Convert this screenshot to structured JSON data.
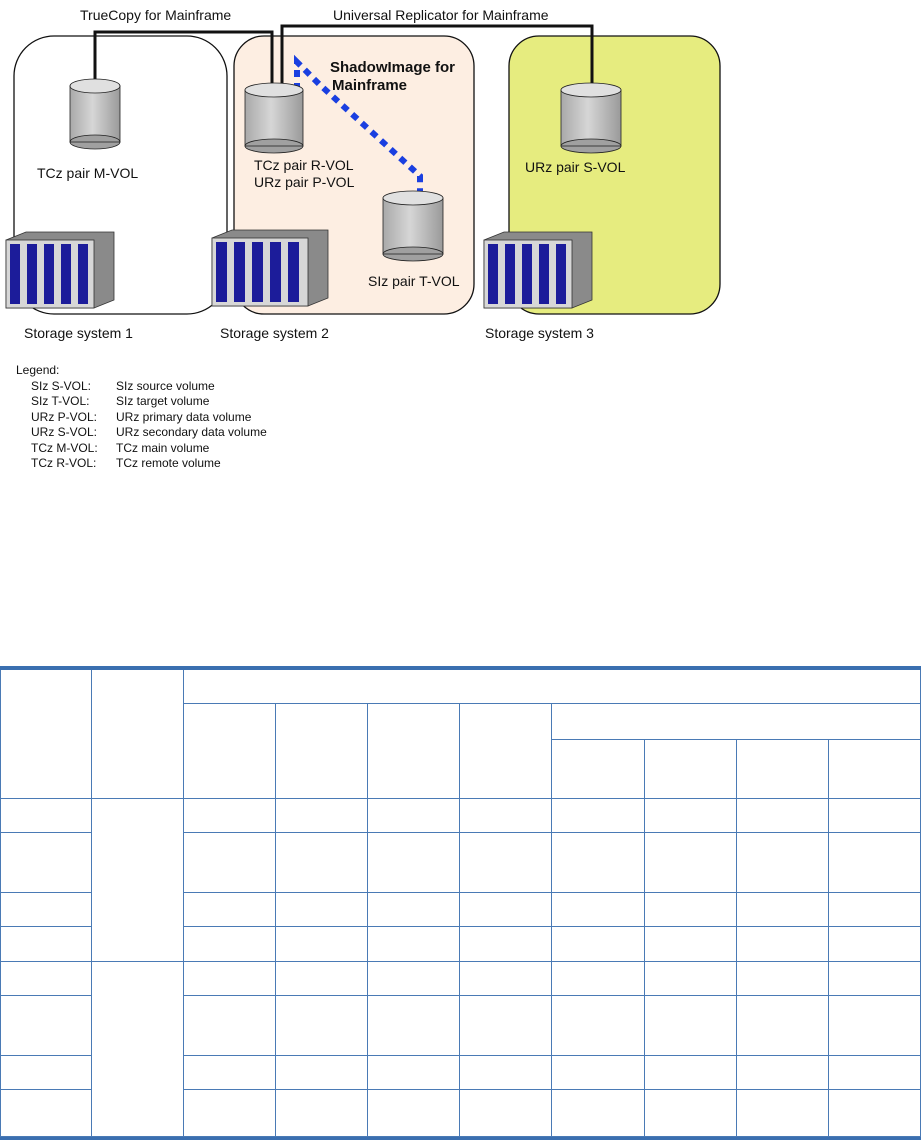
{
  "diagram": {
    "labels": {
      "truecopy": "TrueCopy for Mainframe",
      "universal": "Universal Replicator for Mainframe",
      "shadowimage_line1": "ShadowImage for",
      "shadowimage_line2": "Mainframe",
      "mvol": "TCz pair M-VOL",
      "rvol_line1": "TCz pair R-VOL",
      "rvol_line2": "URz pair P-VOL",
      "tvol": "SIz pair T-VOL",
      "svol": "URz pair S-VOL",
      "system1": "Storage system 1",
      "system2": "Storage system 2",
      "system3": "Storage system 3"
    },
    "colors": {
      "box1": "#ffffff",
      "box2": "#fdeee2",
      "box3": "#e6ec7f",
      "disk": "#c9c9c9",
      "dashed_link": "#1a3fe0",
      "rack_blue": "#1c1c9a"
    }
  },
  "legend": {
    "title": "Legend:",
    "items": [
      {
        "term": "SIz S-VOL:",
        "desc": "SIz source volume"
      },
      {
        "term": "SIz T-VOL:",
        "desc": "SIz target volume"
      },
      {
        "term": "URz P-VOL:",
        "desc": "URz primary data volume"
      },
      {
        "term": "URz S-VOL:",
        "desc": "URz secondary data volume"
      },
      {
        "term": "TCz M-VOL:",
        "desc": "TCz main volume"
      },
      {
        "term": "TCz R-VOL:",
        "desc": "TCz remote volume"
      }
    ]
  },
  "table": {
    "border_color": "#3a6fb0"
  }
}
